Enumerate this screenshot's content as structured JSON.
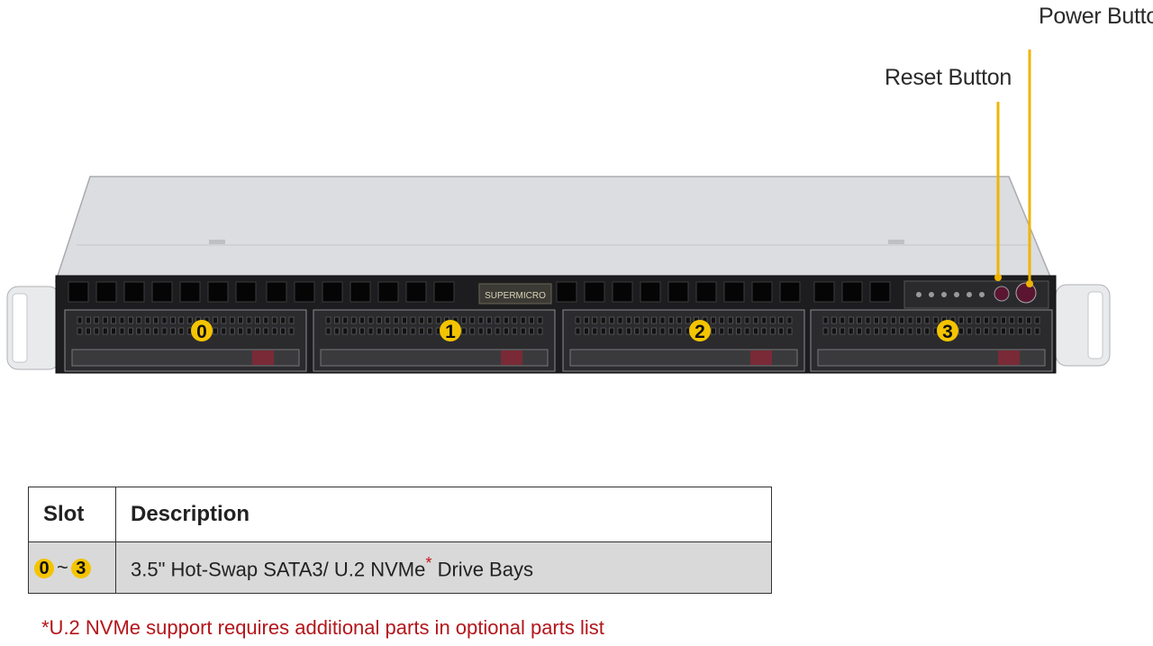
{
  "callouts": {
    "power_button": "Power Button",
    "reset_button": "Reset Button"
  },
  "chassis": {
    "brand_label": "SUPERMICRO"
  },
  "drive_bays": [
    {
      "number": "0"
    },
    {
      "number": "1"
    },
    {
      "number": "2"
    },
    {
      "number": "3"
    }
  ],
  "table": {
    "headers": {
      "slot": "Slot",
      "description": "Description"
    },
    "rows": [
      {
        "slot_start": "0",
        "slot_sep": "~",
        "slot_end": "3",
        "description_main": "3.5\" Hot-Swap SATA3/ U.2 NVMe",
        "description_mark": "*",
        "description_tail": " Drive Bays"
      }
    ]
  },
  "footnote": "*U.2 NVMe  support requires additional parts in optional parts list",
  "colors": {
    "badge": "#f5c400",
    "callout_line": "#f0b400",
    "footnote": "#b3151b",
    "table_row_bg": "#d9d9d9"
  }
}
